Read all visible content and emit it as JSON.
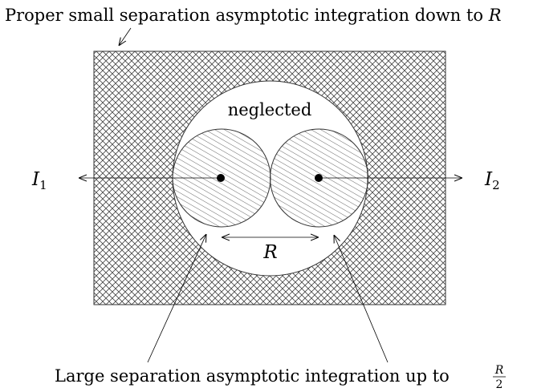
{
  "labels": {
    "top": "Proper small separation asymptotic integration down to",
    "top_var": "R",
    "neglected": "neglected",
    "left_var": "I",
    "left_sub": "1",
    "right_var": "I",
    "right_sub": "2",
    "distance": "R",
    "bottom": "Large separation asymptotic integration up to",
    "bottom_frac_num": "R",
    "bottom_frac_den": "2"
  },
  "colors": {
    "stroke": "#000000",
    "hatch": "#555555",
    "background": "#ffffff"
  }
}
